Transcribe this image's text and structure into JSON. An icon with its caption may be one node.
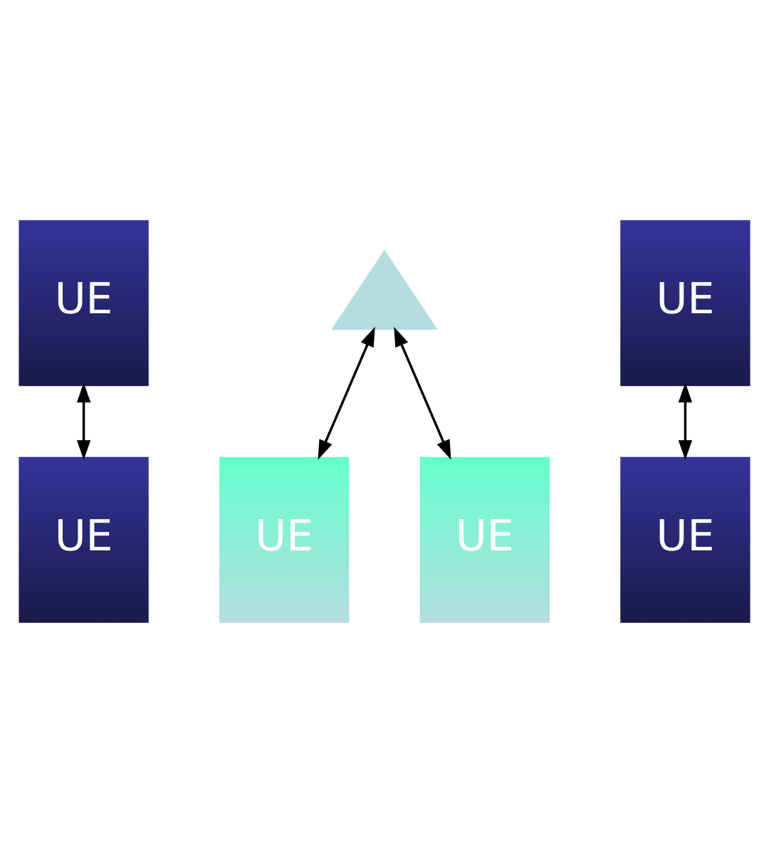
{
  "diagram": {
    "nodes": [
      {
        "text": [
          "UE"
        ]
      },
      {
        "text": [
          "UE"
        ]
      },
      {
        "text": [
          "UE"
        ]
      },
      {
        "text": [],
        "shape": "triangle"
      },
      {
        "text": [
          "UE"
        ]
      },
      {
        "text": [
          "UE"
        ]
      },
      {
        "text": [
          "UE"
        ]
      }
    ],
    "edges": [
      {
        "from": 0,
        "to": 1,
        "arrow": "both"
      },
      {
        "from": 3,
        "to": 2,
        "arrow": "both"
      },
      {
        "from": 3,
        "to": 5,
        "arrow": "both"
      },
      {
        "from": 4,
        "to": 6,
        "arrow": "both"
      }
    ]
  }
}
